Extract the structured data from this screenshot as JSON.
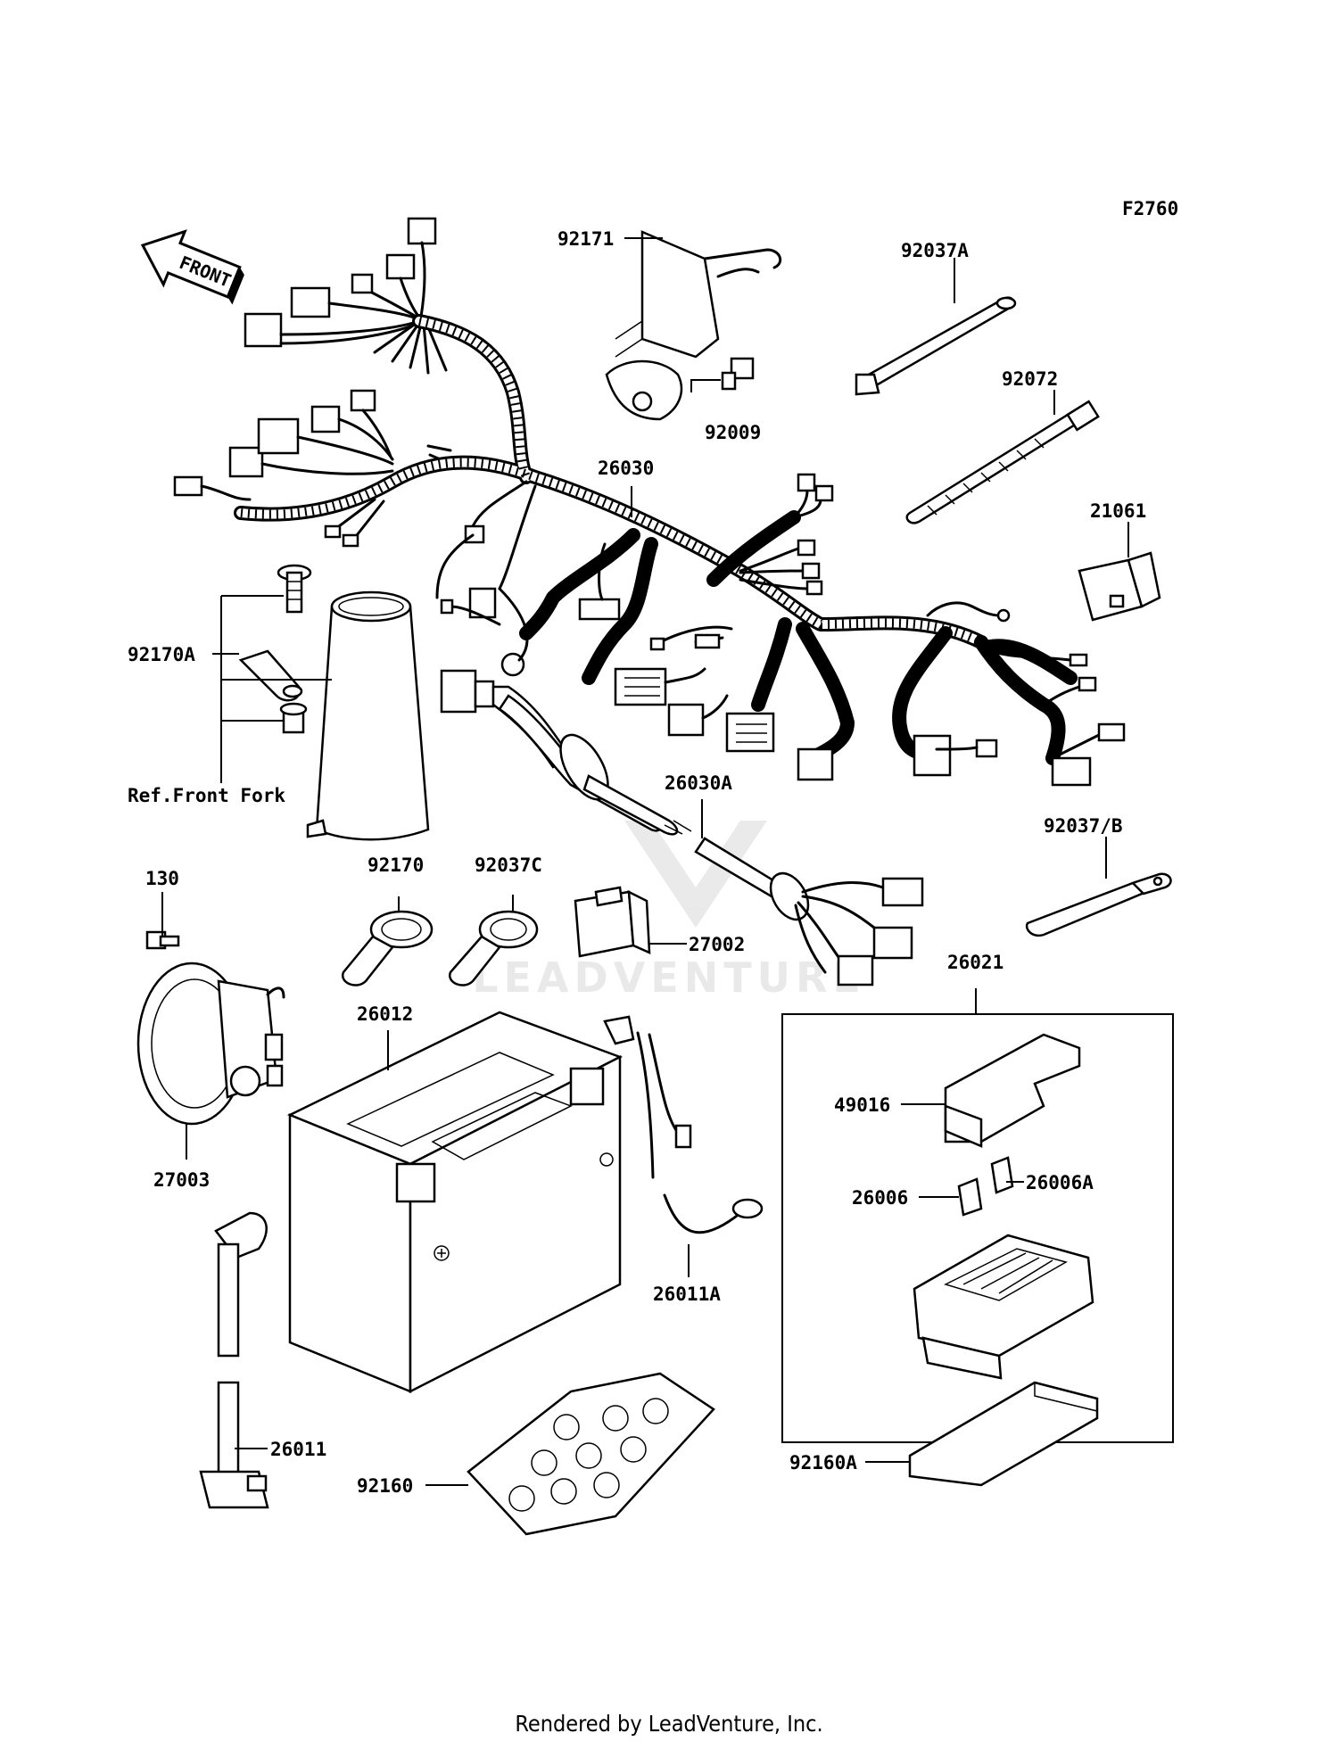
{
  "figure_code": "F2760",
  "front_arrow": "FRONT",
  "reference_note": "Ref.Front Fork",
  "watermark": "LEADVENTURE",
  "footer": "Rendered by LeadVenture, Inc.",
  "callouts": {
    "p92171": "92171",
    "p92037A": "92037A",
    "p92072": "92072",
    "p92009": "92009",
    "p26030": "26030",
    "p21061": "21061",
    "p92170A": "92170A",
    "p26030A": "26030A",
    "p92037B": "92037/B",
    "p130": "130",
    "p92170": "92170",
    "p92037C": "92037C",
    "p27002": "27002",
    "p26021": "26021",
    "p26012": "26012",
    "p49016": "49016",
    "p26006A": "26006A",
    "p26006": "26006",
    "p27003": "27003",
    "p26011A": "26011A",
    "p26011": "26011",
    "p92160": "92160",
    "p92160A": "92160A"
  }
}
